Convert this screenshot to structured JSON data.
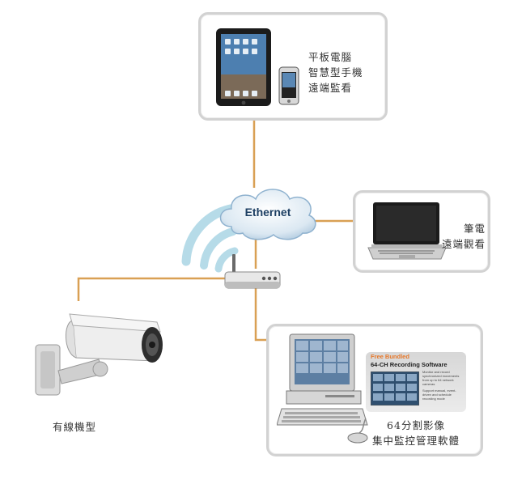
{
  "nodes": {
    "mobile": {
      "label_lines": [
        "平板電腦",
        "智慧型手機",
        "遠端監看"
      ]
    },
    "laptop": {
      "label_lines": [
        "筆電",
        "遠端觀看"
      ]
    },
    "pc": {
      "label_lines": [
        "64分割影像",
        "集中監控管理軟體"
      ]
    },
    "camera": {
      "label": "有線機型"
    },
    "cloud": {
      "label": "Ethernet"
    }
  },
  "software_box": {
    "title_1": "Free Bundled",
    "title_2": "64-CH Recording Software",
    "bullets": [
      "Monitor and record synchronized movements from up to 64 network cameras",
      "Support manual, event-driven and schedule recording mode"
    ]
  },
  "colors": {
    "connector": "#d9a054",
    "card_border": "#d2d2d2",
    "cloud_text": "#1d3f63",
    "wifi": "#b6dbe8",
    "accent_orange": "#e7782a"
  },
  "icons": [
    "tablet-icon",
    "smartphone-icon",
    "laptop-icon",
    "desktop-pc-icon",
    "router-icon",
    "cctv-camera-icon",
    "cloud-icon",
    "wifi-signal-icon",
    "mouse-icon"
  ]
}
